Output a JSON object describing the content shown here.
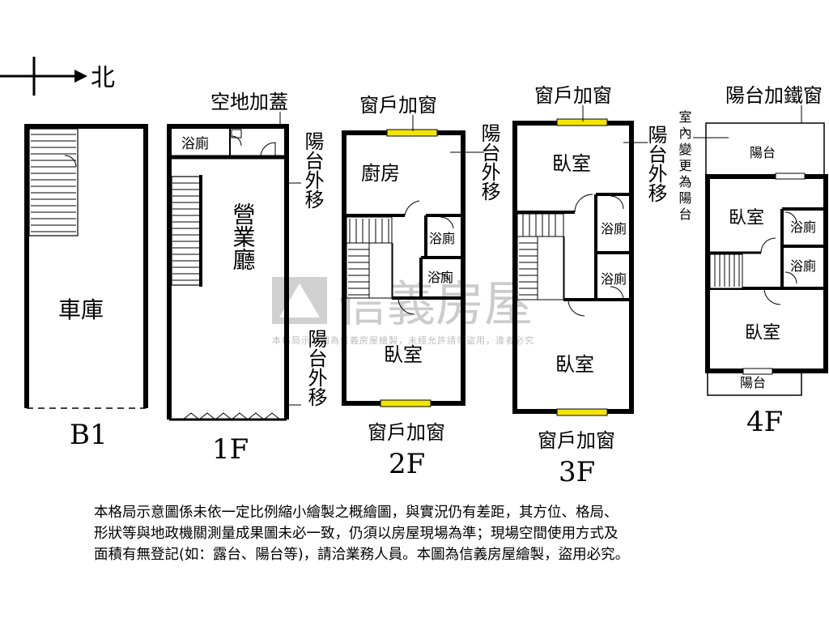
{
  "compass": {
    "north_label": "北"
  },
  "watermark": {
    "brand": "信義房屋",
    "notice": "本格局示意圖為信義房屋繪製，未經允許請勿盜用，違者必究"
  },
  "colors": {
    "window": "#f2e600",
    "watermark": "#c8c8c8",
    "line": "#000000"
  },
  "floors": {
    "b1": {
      "floor_label": "B1",
      "rooms": {
        "garage": "車庫"
      }
    },
    "f1": {
      "floor_label": "1F",
      "rooms": {
        "bathroom": "浴廁",
        "hall": "營業廳"
      },
      "notes": {
        "top": "空地加蓋",
        "balcony_a": "陽台外移",
        "balcony_b": "陽台外移"
      }
    },
    "f2": {
      "floor_label": "2F",
      "rooms": {
        "kitchen": "廚房",
        "bathroom_a": "浴廁",
        "bathroom_b": "浴廁",
        "bedroom": "臥室"
      },
      "notes": {
        "window_top": "窗戶加窗",
        "balcony": "陽台外移",
        "window_bottom": "窗戶加窗"
      }
    },
    "f3": {
      "floor_label": "3F",
      "rooms": {
        "bedroom_a": "臥室",
        "bathroom_a": "浴廁",
        "bathroom_b": "浴廁",
        "bedroom_b": "臥室"
      },
      "notes": {
        "window_top": "窗戶加窗",
        "balcony": "陽台外移",
        "window_bottom": "窗戶加窗"
      }
    },
    "f4": {
      "floor_label": "4F",
      "rooms": {
        "balcony_top": "陽台",
        "bedroom_a": "臥室",
        "bathroom_a": "浴廁",
        "bathroom_b": "浴廁",
        "bedroom_b": "臥室",
        "balcony_bottom": "陽台"
      },
      "notes": {
        "top": "陽台加鐵窗",
        "side": "室內變更為陽台"
      }
    }
  },
  "disclaimer": [
    "本格局示意圖係未依一定比例縮小繪製之概繪圖，與實況仍有差距，其方位、格局、",
    "形狀等與地政機關測量成果圖未必一致，仍須以房屋現場為準；現場空間使用方式及",
    "面積有無登記(如：露台、陽台等)，請洽業務人員。本圖為信義房屋繪製，盜用必究。"
  ]
}
